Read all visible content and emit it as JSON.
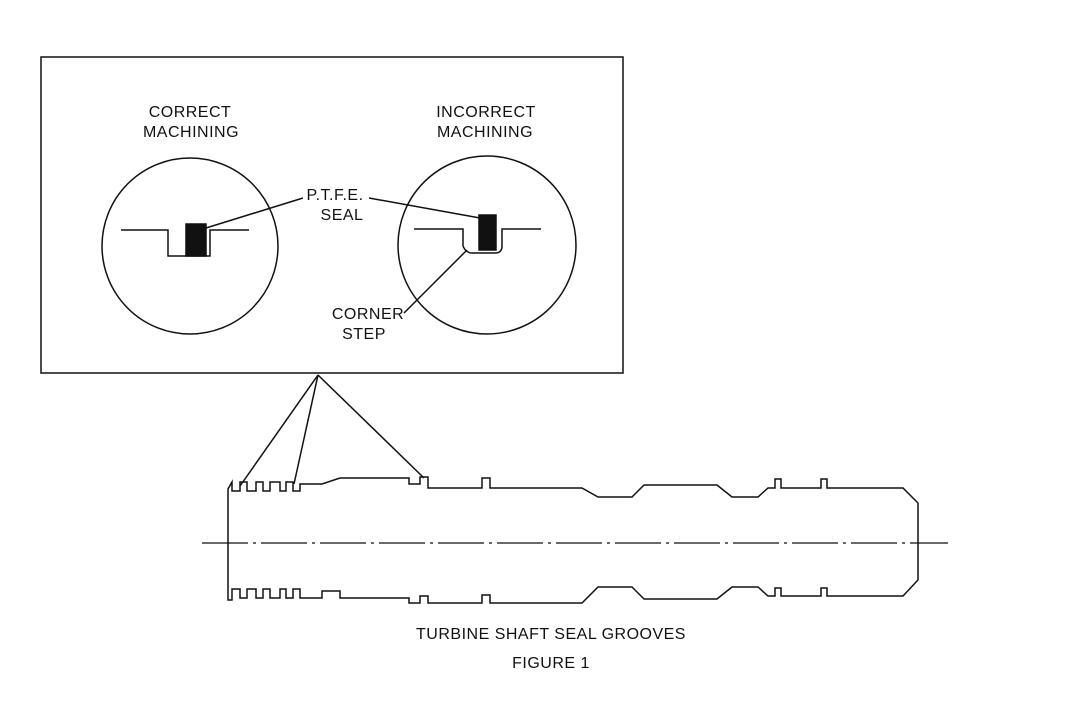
{
  "figure": {
    "caption_title": "TURBINE SHAFT SEAL GROOVES",
    "caption_number": "FIGURE 1"
  },
  "detail_panel": {
    "correct_label_line1": "CORRECT",
    "correct_label_line2": "MACHINING",
    "incorrect_label_line1": "INCORRECT",
    "incorrect_label_line2": "MACHINING",
    "seal_label_line1": "P.T.F.E.",
    "seal_label_line2": "SEAL",
    "corner_label_line1": "CORNER",
    "corner_label_line2": "STEP"
  },
  "colors": {
    "ink": "#111111",
    "background": "#ffffff"
  }
}
